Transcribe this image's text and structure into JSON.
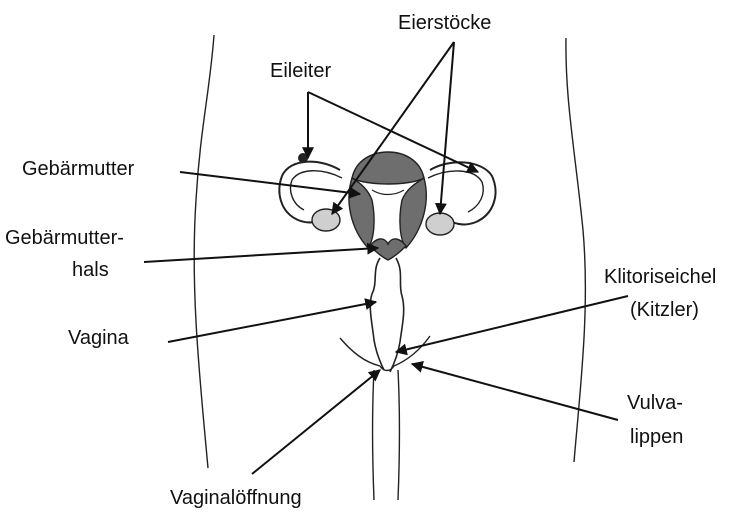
{
  "colors": {
    "ink": "#111111",
    "tissue": "#6e6e6e",
    "ovary": "#cfcfcf",
    "background": "#ffffff"
  },
  "labels": {
    "ovaries": "Eierstöcke",
    "fallopian_tubes": "Eileiter",
    "uterus": "Gebärmutter",
    "cervix_line1": "Gebärmutter-",
    "cervix_line2": "hals",
    "vagina": "Vagina",
    "clitoris_line1": "Klitoriseichel",
    "clitoris_line2": "(Kitzler)",
    "labia_line1": "Vulva-",
    "labia_line2": "lippen",
    "vaginal_opening": "Vaginalöffnung"
  }
}
